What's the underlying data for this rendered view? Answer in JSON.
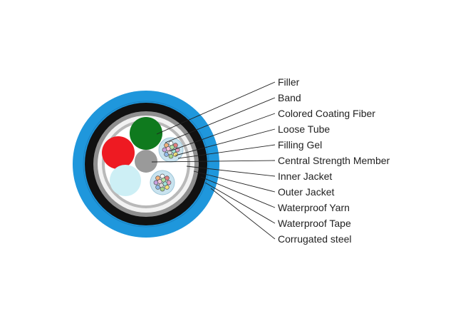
{
  "colors": {
    "outer_blue": "#1f97dc",
    "black_layer": "#111111",
    "gray_layer": "#8f8f8f",
    "tape_white": "#f2f2f2",
    "steel_gray": "#b9b9b9",
    "fill_white": "#ffffff",
    "tube_green": "#0f7a1e",
    "tube_red": "#ee1a22",
    "tube_light": "#cdeff5",
    "loose_tube": "#c9e3ef",
    "central_member": "#9a9a9a",
    "leader_line": "#222222"
  },
  "labels": [
    "Filler",
    "Band",
    "Colored Coating Fiber",
    "Loose Tube",
    "Filling Gel",
    "Central Strength Member",
    "Inner Jacket",
    "Outer Jacket",
    "Waterproof Yarn",
    "Waterproof Tape",
    "Corrugated steel"
  ]
}
